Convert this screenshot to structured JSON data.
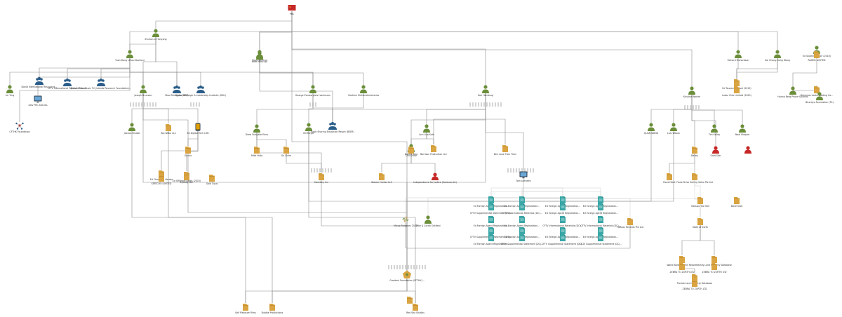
{
  "colors": {
    "person": "#6b8e3a",
    "person_dark": "#4a5e68",
    "person_blue": "#2b5d8a",
    "folder": "#d9a441",
    "doc": "#3aa6a6",
    "red": "#c62828",
    "accent": "#e0a000"
  },
  "nodes": {
    "prc": {
      "label": "PRC",
      "icon": "flag-icon"
    },
    "zhuhan": {
      "label": "Zhuhan Li Hanyang",
      "icon": "person-icon"
    },
    "yuan_dang": {
      "label": "Yuan Dang (Zhou Dazhou)",
      "icon": "person-icon"
    },
    "ying_zhenhua": {
      "label": "Ying Zhenhua",
      "icon": "person-icon"
    },
    "lin_ying": {
      "label": "Lin Ying",
      "icon": "person-icon"
    },
    "david_international": {
      "label": "David International Resources...",
      "icon": "group-icon"
    },
    "cftv_intl": {
      "label": "CFTV International Topics in Trans...",
      "icon": "group-icon"
    },
    "dubai_state": {
      "label": "Dubai State Music TV (Islands Research Foundation)...",
      "icon": "group-icon"
    },
    "ziev_prc": {
      "label": "Ziev PRC Articles",
      "icon": "screen-icon"
    },
    "cfthk": {
      "label": "CFTHK Foundation",
      "icon": "network-icon"
    },
    "joseph_bruneau": {
      "label": "Joseph Bruneau",
      "icon": "person-icon"
    },
    "mao_zhengyan": {
      "label": "Mao Zhengyan (BRT)",
      "icon": "group-icon"
    },
    "global_strategic": {
      "label": "Global Strategic & Leadership Institute (GSLI)",
      "icon": "group-icon"
    },
    "mike_mancuso": {
      "label": "Mike Mancuso",
      "icon": "person-icon"
    },
    "george_ivanhaven": {
      "label": "George Zemzoryaev Ivanhaven",
      "icon": "person-icon"
    },
    "vladimir": {
      "label": "Vladimir Ziehdnekshchenko",
      "icon": "person-icon"
    },
    "karl_hamburg": {
      "label": "Karl Hamburg",
      "icon": "person-icon"
    },
    "kristina_wanim": {
      "label": "Kristina Wanim",
      "icon": "person-icon"
    },
    "richard_richardson": {
      "label": "Richard Richardson",
      "icon": "person-icon"
    },
    "kai_cheng_hong": {
      "label": "Kai Cheng Dong Wang",
      "icon": "person-icon"
    },
    "ed_sixteen": {
      "label": "Ed Sixteen Repair (2016)",
      "icon": "person-icon"
    },
    "raged_limited": {
      "label": "RAGED LIMITED",
      "icon": "folder-icon"
    },
    "ed_tsunami": {
      "label": "Ed Tsunami Report (2019)",
      "icon": "folder-icon"
    },
    "labor_hub": {
      "label": "Labor Club Limited (2020)",
      "icon": "folder-icon"
    },
    "hanna_berg": {
      "label": "Hanna Berg Phone Sources",
      "icon": "person-icon"
    },
    "bahamas_leaks": {
      "label": "Bahamas Leaks Holding Co...",
      "icon": "folder-icon"
    },
    "zhao_neuf": {
      "label": "Bhartiya Foundation (Tit)",
      "icon": "person-icon"
    },
    "jessica_rinaldi": {
      "label": "Jessica Rinaldi",
      "icon": "person-icon"
    },
    "top_webs": {
      "label": "Top Webs LLC",
      "icon": "folder-icon"
    },
    "ed_digital_tech": {
      "label": "Ed Digital Tech LHB",
      "icon": "phone-icon"
    },
    "drew_forsythe": {
      "label": "Drew Forsythe Films",
      "icon": "person-icon"
    },
    "ed_meyer": {
      "label": "ED Meyer",
      "icon": "person-icon"
    },
    "book_sharing": {
      "label": "Book Sharing Education Resort (BSER)",
      "icon": "group-icon"
    },
    "ann_lisa": {
      "label": "Ann Lisa Kolb",
      "icon": "person-icon"
    },
    "barrison": {
      "label": "Barrison Production LLC",
      "icon": "folder-icon"
    },
    "ben_lane": {
      "label": "Ben Lane Tizer Train",
      "icon": "folder-icon"
    },
    "quan_wang": {
      "label": "QUAN WANG",
      "icon": "person-icon"
    },
    "lulu_wilson": {
      "label": "Lulu Wilson",
      "icon": "person-icon"
    },
    "tim_kelley": {
      "label": "Tim Kelley",
      "icon": "person-icon"
    },
    "neal_shapiro": {
      "label": "Neal Shapiro",
      "icon": "person-icon"
    },
    "gacha": {
      "label": "Gacha",
      "icon": "folder-icon"
    },
    "mike_yalta": {
      "label": "Mike Yalta",
      "icon": "folder-icon"
    },
    "ox_claim": {
      "label": "Ox Claim",
      "icon": "folder-icon"
    },
    "danny_toko": {
      "label": "Danny Toko",
      "icon": "person-icon"
    },
    "civil_zone": {
      "label": "Civil Zone",
      "icon": "folder-icon"
    },
    "bailey": {
      "label": "Bailey",
      "icon": "folder-icon"
    },
    "gold_star": {
      "label": "Gold Star",
      "icon": "red-icon"
    },
    "red_a": {
      "label": "",
      "icon": "red-icon"
    },
    "ed_cherynov": {
      "label": "Ed Cherynov Harder",
      "icon": "folder-icon"
    },
    "ed_offshore_leaks": {
      "label": "Ed Offshore Leaks (2015)",
      "icon": "folder-icon"
    },
    "sydney_ltd": {
      "label": "Sydney Ltd.",
      "icon": "folder-icon"
    },
    "gold_opus": {
      "label": "Gold Opus",
      "icon": "folder-icon"
    },
    "sertcho_limited": {
      "label": "SERTCHO LIMITED",
      "icon": "folder-icon"
    },
    "hacktory": {
      "label": "Hacktory Inc",
      "icon": "folder-icon"
    },
    "steven_hunter": {
      "label": "Steven Hunter LLC",
      "icon": "folder-icon"
    },
    "independence_fs": {
      "label": "Independence for Justice (Sarenzo Art)",
      "icon": "red-icon"
    },
    "tom_leitheim": {
      "label": "Tom Leitheim",
      "icon": "screen-icon"
    },
    "david_kent": {
      "label": "David Kent",
      "icon": "folder-icon"
    },
    "fizzle_drive": {
      "label": "Fizzle Drive Selling Sales Pte Ltd",
      "icon": "folder-icon"
    },
    "mixup_release": {
      "label": "Mixup Releases 2020",
      "icon": "pinwheel-icon"
    },
    "mike_corral": {
      "label": "Mike & Corral Outfield",
      "icon": "person-icon"
    },
    "ed_foreign_1": {
      "label": "Ed Foreign Agent Registration...",
      "icon": "doc-icon"
    },
    "ed_foreign_2": {
      "label": "Ed Foreign Agent Registration...",
      "icon": "doc-icon"
    },
    "ed_foreign_3": {
      "label": "Ed Foreign Agent Registration...",
      "icon": "doc-icon"
    },
    "ed_foreign_4": {
      "label": "Ed Foreign Agent Registration...",
      "icon": "doc-icon"
    },
    "cftv_supplemental_1": {
      "label": "CFTV Supplemental Statement (DC)...",
      "icon": "doc-icon"
    },
    "cftv_info_1": {
      "label": "CFTV Informational Materials (DC)...",
      "icon": "doc-icon"
    },
    "ed_foreign_5": {
      "label": "Ed Foreign Agent Registration...",
      "icon": "doc-icon"
    },
    "ed_foreign_6": {
      "label": "Ed Foreign Agent Registration...",
      "icon": "doc-icon"
    },
    "ed_foreign_7": {
      "label": "Ed Foreign Agent Registration...",
      "icon": "doc-icon"
    },
    "ed_foreign_8": {
      "label": "Ed Foreign Agent Registration...",
      "icon": "doc-icon"
    },
    "cftv_info_2": {
      "label": "CFTV Informational Materials (DC)...",
      "icon": "doc-icon"
    },
    "cftv_info_3": {
      "label": "CFTV Informational Materials (DC)...",
      "icon": "doc-icon"
    },
    "cftv_supplemental_2": {
      "label": "CFTV Supplemental Statement (DC)...",
      "icon": "doc-icon"
    },
    "ed_foreign_9": {
      "label": "Ed Foreign Agent Registration...",
      "icon": "doc-icon"
    },
    "ed_foreign_10": {
      "label": "Ed Foreign Agent Registration...",
      "icon": "doc-icon"
    },
    "ed_foreign_11": {
      "label": "Ed Foreign Agent Registration...",
      "icon": "doc-icon"
    },
    "ed_foreign_12": {
      "label": "Ed Foreign Agent Registration...",
      "icon": "doc-icon"
    },
    "cftv_supplemental_3": {
      "label": "CFTV Supplemental Statement (DC)...",
      "icon": "doc-icon"
    },
    "cftv_supplemental_4": {
      "label": "CFTV Supplemental Statement (DC)...",
      "icon": "doc-icon"
    },
    "sports_supplemental": {
      "label": "CCTV Supplemental Statement (DC)...",
      "icon": "doc-icon"
    },
    "fiz_buzz_records": {
      "label": "FizBuzz Records Pte Ltd",
      "icon": "folder-icon"
    },
    "state_of_zorth": {
      "label": "State of Zorth",
      "icon": "folder-icon"
    },
    "nobuzu": {
      "label": "Nobuzu Tax Hall",
      "icon": "folder-icon"
    },
    "dave_krob": {
      "label": "Dave Krob",
      "icon": "folder-icon"
    },
    "world_bank_ireland": {
      "label": "World Bank Greens Resorts",
      "icon": "folder-icon"
    },
    "family_land": {
      "label": "Family Land Property Database",
      "icon": "folder-icon"
    },
    "sales_unplug": {
      "label": "ZEBRA TO ZORTH LTD",
      "icon": "folder-icon"
    },
    "zebra_zorth_ltd": {
      "label": "ZEBRA TO ZORTH LTD",
      "icon": "folder-icon"
    },
    "florida_land": {
      "label": "Florida Land Property Database",
      "icon": "folder-icon"
    },
    "zebra_zorth_ltd2": {
      "label": "ZEBRA TO ZORTH LTD",
      "icon": "folder-icon"
    },
    "cctv_studio": {
      "label": "Greatest Foundation (CFTHK)...",
      "icon": "hub-icon"
    },
    "self_pleasure": {
      "label": "Self Pleasure Films",
      "icon": "folder-icon"
    },
    "bubble_productions": {
      "label": "Bubble Productions",
      "icon": "folder-icon"
    },
    "red_sea_studios": {
      "label": "Red Sea Studios",
      "icon": "folder-icon"
    },
    "uni_iti_sas": {
      "label": "",
      "icon": "folder-icon"
    }
  }
}
